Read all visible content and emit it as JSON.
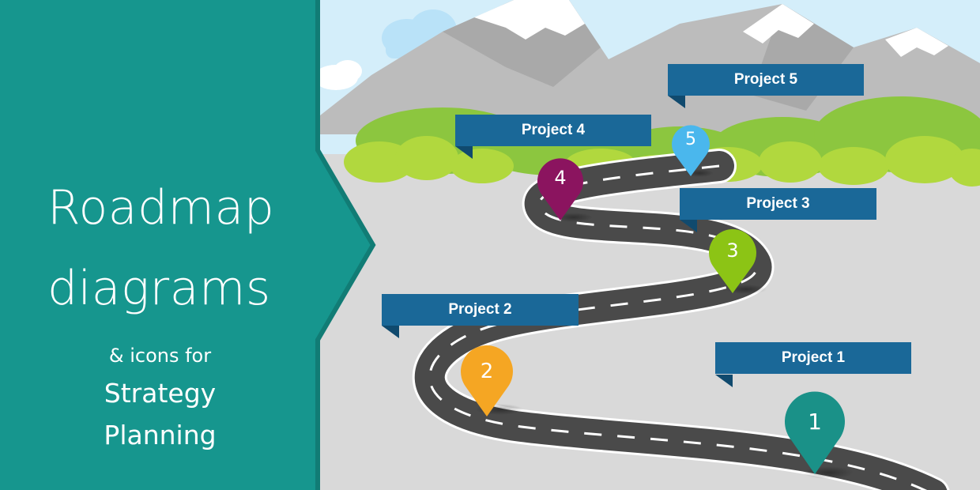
{
  "title": {
    "line1": "Roadmap",
    "line2": "diagrams"
  },
  "subtitle": {
    "line1": "& icons for",
    "line2": "Strategy",
    "line3": "Planning"
  },
  "milestones": [
    {
      "number": "1",
      "label": "Project 1",
      "color": "#1a9188"
    },
    {
      "number": "2",
      "label": "Project 2",
      "color": "#f5a623"
    },
    {
      "number": "3",
      "label": "Project 3",
      "color": "#8cc415"
    },
    {
      "number": "4",
      "label": "Project 4",
      "color": "#8b145f"
    },
    {
      "number": "5",
      "label": "Project 5",
      "color": "#4ab7ed"
    }
  ],
  "colors": {
    "panel": "#16968e",
    "panel_border": "#117c75",
    "banner": "#1a6898",
    "road": "#4a4a4a",
    "ground": "#d9d9d9",
    "sky": "#d4eefa",
    "hills": "#8cc63f"
  }
}
